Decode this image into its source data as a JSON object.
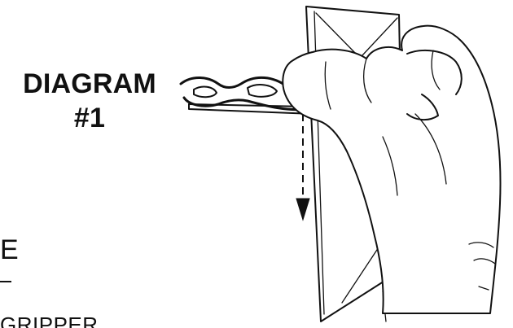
{
  "diagram": {
    "title_line1": "DIAGRAM",
    "title_line2": "#1"
  },
  "partial_text": {
    "edge_letter": "E",
    "caption": "GRIPPER"
  },
  "colors": {
    "ink": "#111111",
    "paper": "#ffffff"
  }
}
